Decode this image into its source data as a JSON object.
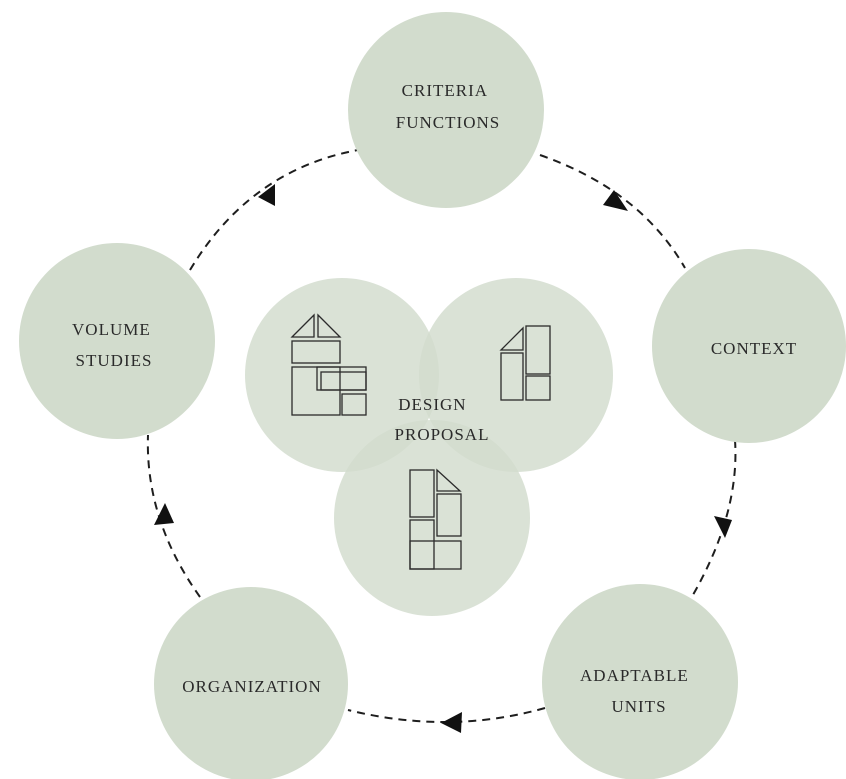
{
  "nodes": {
    "criteria": {
      "line1": "CRITERIA",
      "line2": "FUNCTIONS"
    },
    "context": {
      "line1": "CONTEXT"
    },
    "adaptable": {
      "line1": "ADAPTABLE",
      "line2": "UNITS"
    },
    "organization": {
      "line1": "ORGANIZATION"
    },
    "volume": {
      "line1": "VOLUME",
      "line2": "STUDIES"
    }
  },
  "center": {
    "line1": "DESIGN",
    "line2": "PROPOSAL"
  },
  "colors": {
    "circle_fill": "#d2dccd",
    "arrow": "#111111",
    "text": "#2a2a2a"
  }
}
